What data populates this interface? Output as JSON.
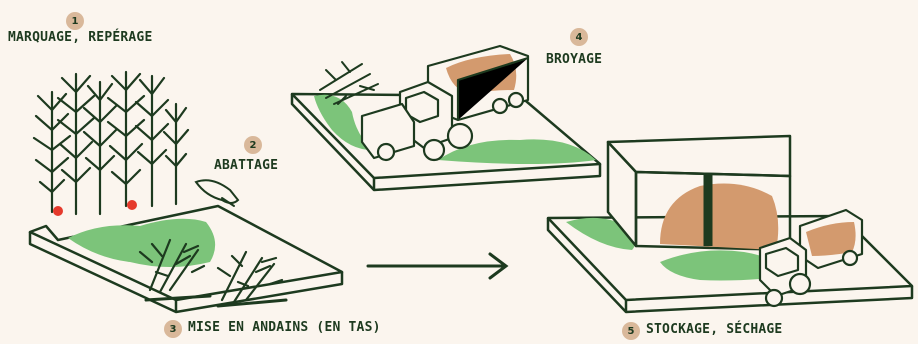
{
  "colors": {
    "background": "#fbf5ee",
    "ink": "#1d3a1f",
    "grass": "#7cc47a",
    "wood": "#d39a6e",
    "marker": "#e53a2c",
    "badge": "#d9b89a"
  },
  "steps": [
    {
      "number": "1",
      "label": "MARQUAGE, REPÉRAGE"
    },
    {
      "number": "2",
      "label": "ABATTAGE"
    },
    {
      "number": "3",
      "label": "MISE EN ANDAINS (EN TAS)"
    },
    {
      "number": "4",
      "label": "BROYAGE"
    },
    {
      "number": "5",
      "label": "STOCKAGE, SÉCHAGE"
    }
  ]
}
